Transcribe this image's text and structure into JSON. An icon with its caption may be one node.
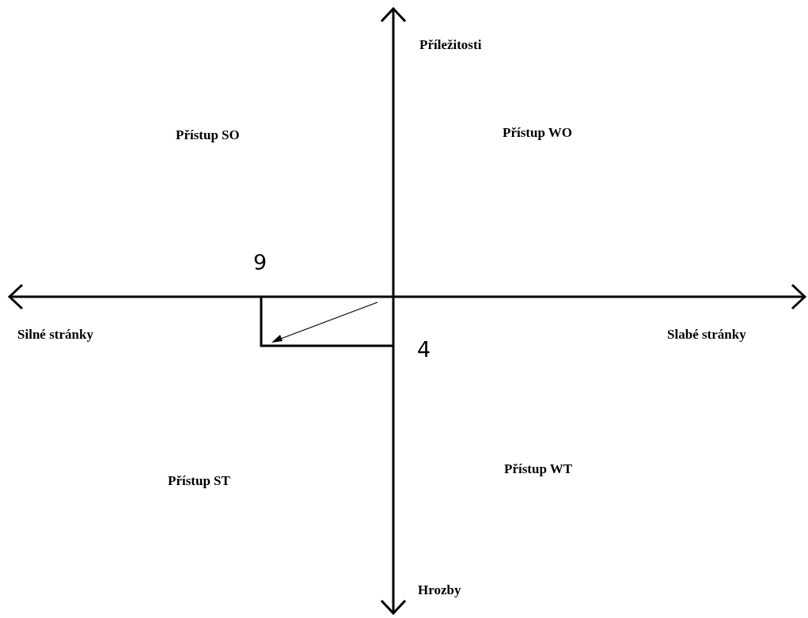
{
  "diagram": {
    "labels": [
      "Příležitosti",
      "Přístup SO",
      "Přístup WO",
      "9",
      "Silné stránky",
      "Slabé stránky",
      "4",
      "Přístup ST",
      "Přístup WT",
      "Hrozby"
    ]
  }
}
